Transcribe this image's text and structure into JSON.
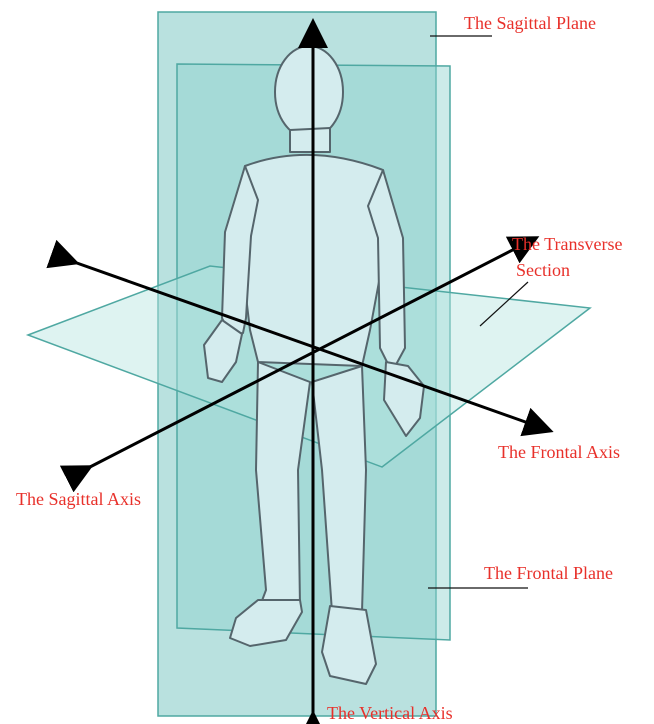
{
  "labels": {
    "sagittal_plane": "The Sagittal Plane",
    "transverse_section_line1": "The Transverse",
    "transverse_section_line2": "Section",
    "frontal_axis": "The Frontal Axis",
    "sagittal_axis": "The Sagittal Axis",
    "frontal_plane": "The Frontal Plane",
    "vertical_axis": "The Vertical Axis"
  },
  "colors": {
    "label_text": "#e8302a",
    "plane_fill": "#7fc9c4",
    "plane_edge": "#4fa8a2",
    "axis_arrow": "#000000",
    "body_fill": "#d4ecee",
    "body_outline": "#55656c"
  }
}
